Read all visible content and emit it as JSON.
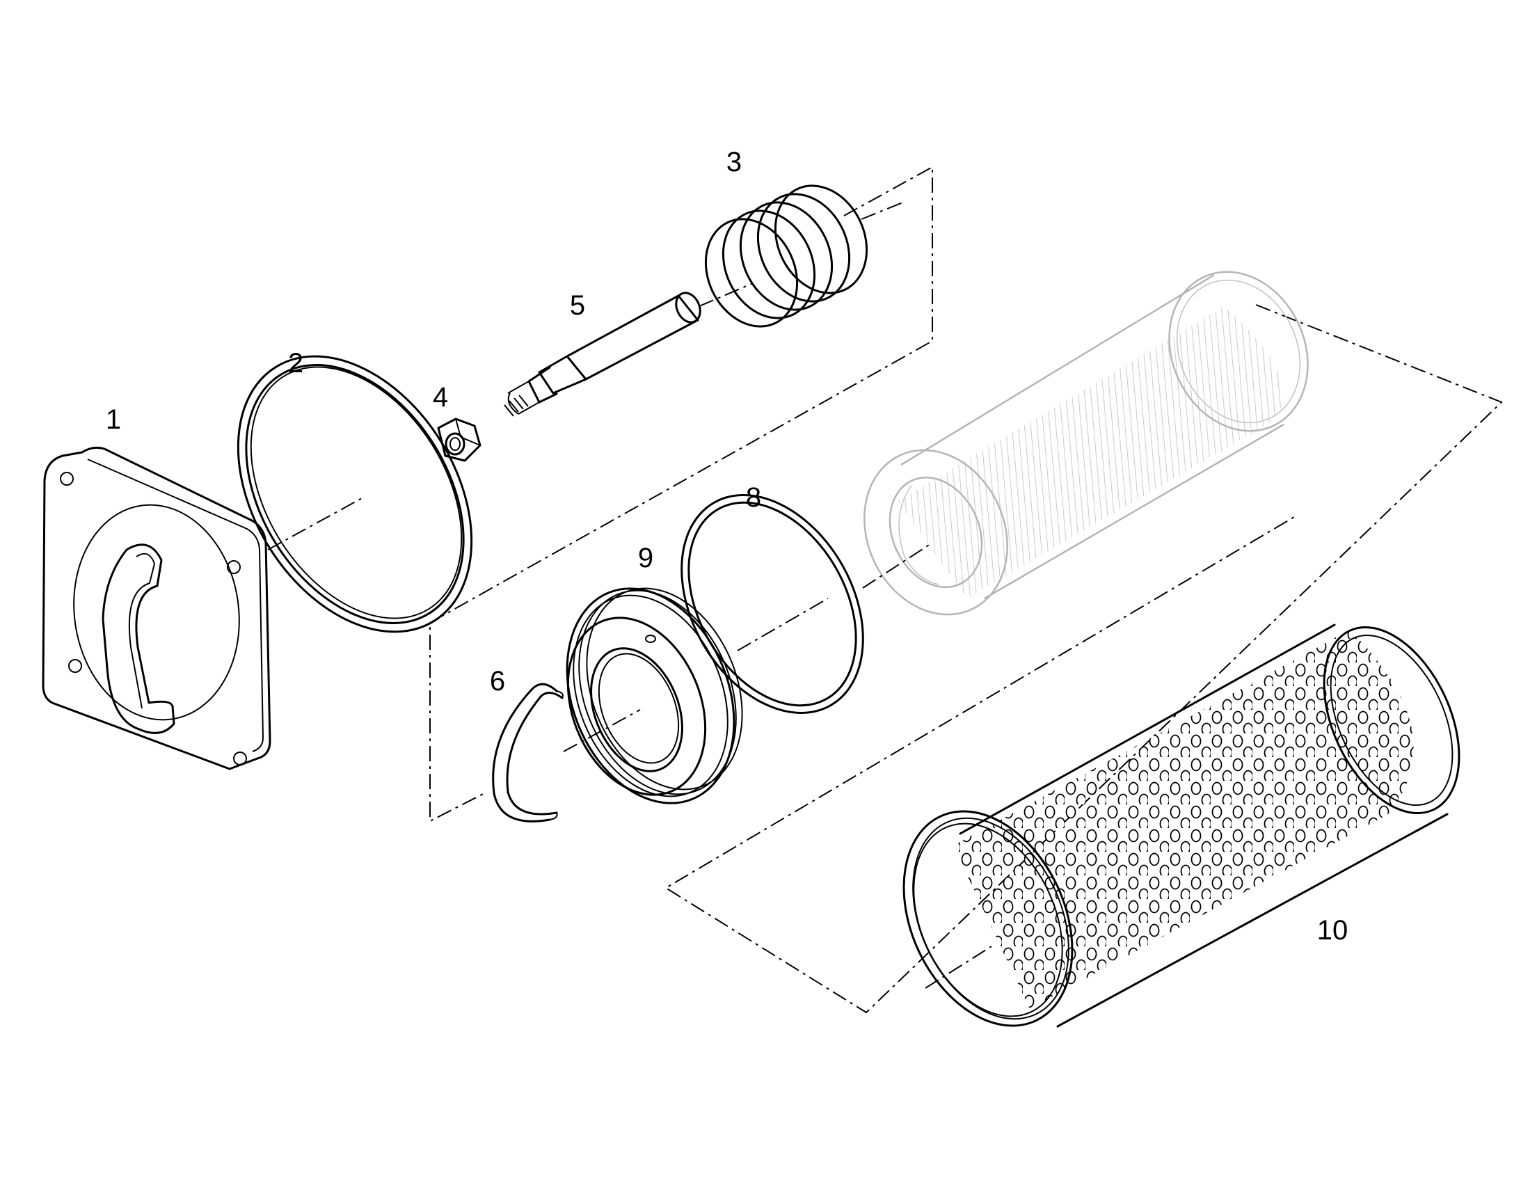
{
  "callouts": [
    {
      "id": "p1",
      "label": "1"
    },
    {
      "id": "p2",
      "label": "2"
    },
    {
      "id": "p3",
      "label": "3"
    },
    {
      "id": "p4",
      "label": "4"
    },
    {
      "id": "p5",
      "label": "5"
    },
    {
      "id": "p6",
      "label": "6"
    },
    {
      "id": "p8",
      "label": "8"
    },
    {
      "id": "p9",
      "label": "9"
    },
    {
      "id": "p10",
      "label": "10"
    }
  ]
}
